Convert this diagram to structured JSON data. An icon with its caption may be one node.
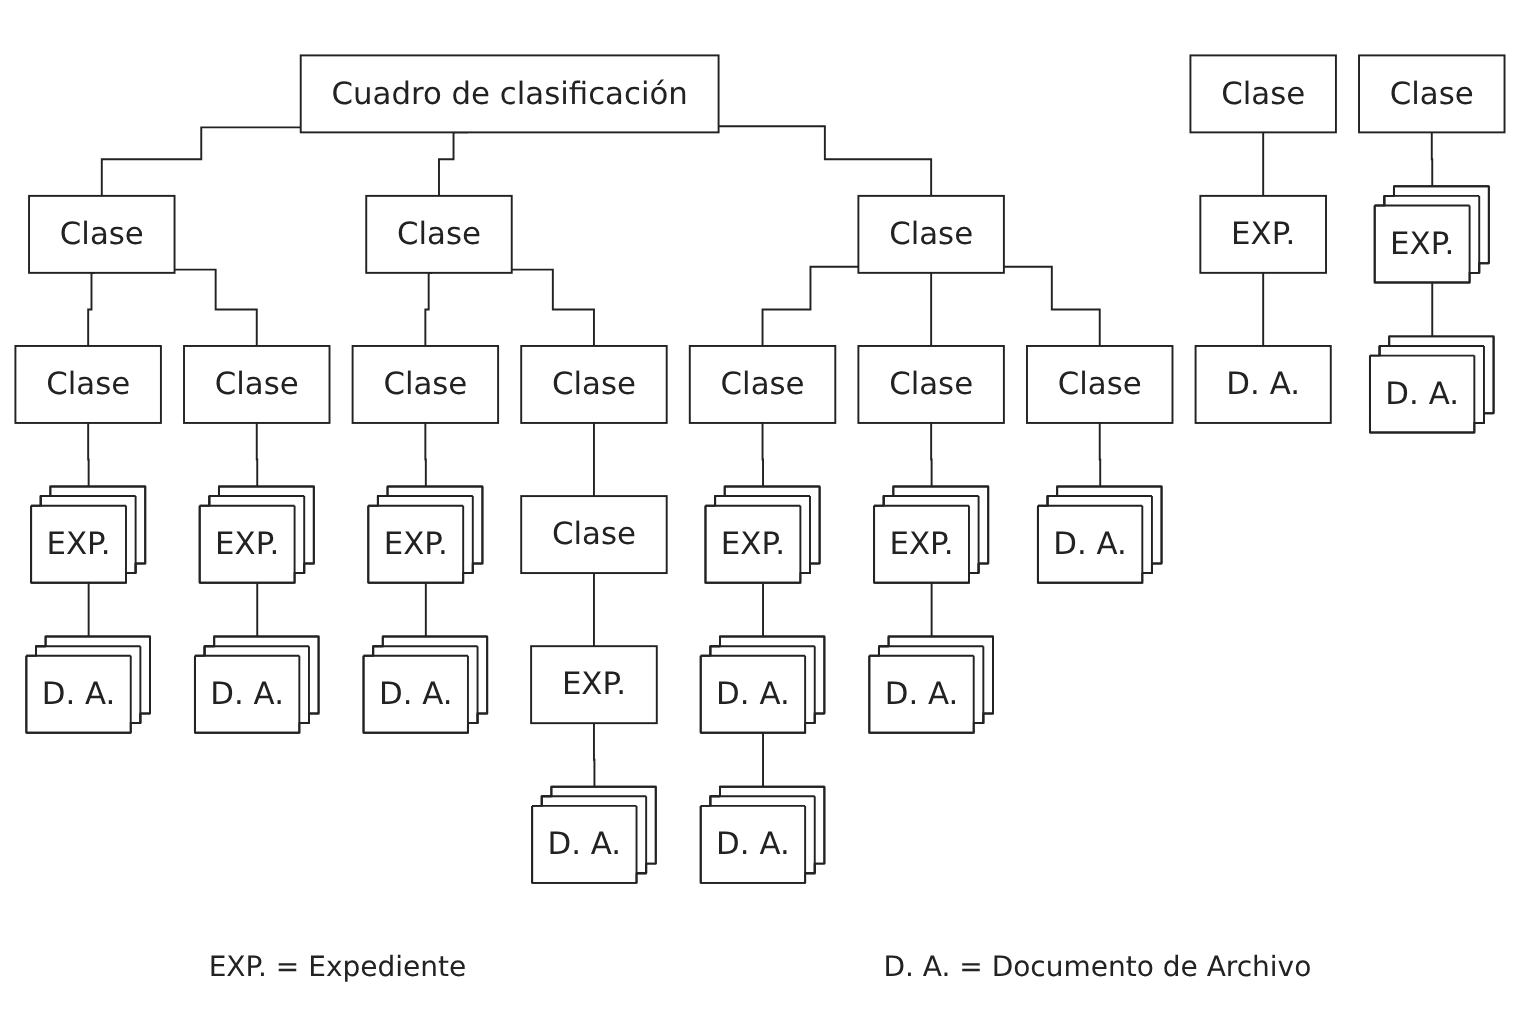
{
  "diagram": {
    "nodes": [
      {
        "text": [
          "Cuadro de clasificación"
        ]
      },
      {
        "text": [
          "Clase"
        ]
      },
      {
        "text": [
          "Clase"
        ]
      },
      {
        "text": [
          "Clase"
        ]
      },
      {
        "text": [
          "Clase"
        ]
      },
      {
        "text": [
          "Clase"
        ]
      },
      {
        "text": [
          "Clase"
        ]
      },
      {
        "text": [
          "Clase"
        ]
      },
      {
        "text": [
          "Clase"
        ]
      },
      {
        "text": [
          "Clase"
        ]
      },
      {
        "text": [
          "Clase"
        ]
      },
      {
        "text": [
          "EXP."
        ]
      },
      {
        "text": [
          "EXP."
        ]
      },
      {
        "text": [
          "EXP."
        ]
      },
      {
        "text": [
          "Clase"
        ]
      },
      {
        "text": [
          "Clase"
        ]
      },
      {
        "text": [
          "Clase"
        ]
      },
      {
        "text": [
          "EXP."
        ]
      },
      {
        "text": [
          "EXP."
        ]
      },
      {
        "text": [
          "D. A."
        ]
      },
      {
        "text": [
          "D. A."
        ]
      },
      {
        "text": [
          "D. A."
        ]
      },
      {
        "text": [
          "EXP."
        ]
      },
      {
        "text": [
          "EXP."
        ]
      },
      {
        "text": [
          "EXP."
        ]
      },
      {
        "text": [
          "D. A."
        ]
      },
      {
        "text": [
          "D. A."
        ]
      },
      {
        "text": [
          "D. A."
        ]
      },
      {
        "text": [
          "D. A."
        ]
      },
      {
        "text": [
          "D. A."
        ]
      },
      {
        "text": [
          "D. A."
        ]
      },
      {
        "text": [
          "D. A."
        ]
      }
    ],
    "edges": [
      {
        "from": 0,
        "to": 1,
        "arrow": "none"
      },
      {
        "from": 0,
        "to": 2,
        "arrow": "none"
      },
      {
        "from": 0,
        "to": 3,
        "arrow": "none"
      },
      {
        "from": 1,
        "to": 4,
        "arrow": "none"
      },
      {
        "from": 1,
        "to": 5,
        "arrow": "none"
      },
      {
        "from": 2,
        "to": 6,
        "arrow": "none"
      },
      {
        "from": 2,
        "to": 7,
        "arrow": "none"
      },
      {
        "from": 3,
        "to": 8,
        "arrow": "none"
      },
      {
        "from": 3,
        "to": 9,
        "arrow": "none"
      },
      {
        "from": 3,
        "to": 10,
        "arrow": "none"
      },
      {
        "from": 4,
        "to": 11,
        "arrow": "none"
      },
      {
        "from": 5,
        "to": 12,
        "arrow": "none"
      },
      {
        "from": 6,
        "to": 13,
        "arrow": "none"
      },
      {
        "from": 7,
        "to": 14,
        "arrow": "none"
      },
      {
        "from": 8,
        "to": 17,
        "arrow": "none"
      },
      {
        "from": 10,
        "to": 18,
        "arrow": "none"
      },
      {
        "from": 11,
        "to": 19,
        "arrow": "none"
      },
      {
        "from": 12,
        "to": 20,
        "arrow": "none"
      },
      {
        "from": 13,
        "to": 21,
        "arrow": "none"
      },
      {
        "from": 14,
        "to": 22,
        "arrow": "none"
      },
      {
        "from": 15,
        "to": 23,
        "arrow": "none"
      },
      {
        "from": 16,
        "to": 24,
        "arrow": "none"
      },
      {
        "from": 17,
        "to": 25,
        "arrow": "none"
      },
      {
        "from": 18,
        "to": 26,
        "arrow": "none"
      },
      {
        "from": 22,
        "to": 27,
        "arrow": "none"
      },
      {
        "from": 23,
        "to": 28,
        "arrow": "none"
      },
      {
        "from": 24,
        "to": 29,
        "arrow": "none"
      },
      {
        "from": 25,
        "to": 30,
        "arrow": "none"
      },
      {
        "from": 9,
        "to": 31,
        "arrow": "none"
      }
    ],
    "labels": [
      "EXP. = Expediente",
      "D. A. = Documento de Archivo"
    ]
  }
}
